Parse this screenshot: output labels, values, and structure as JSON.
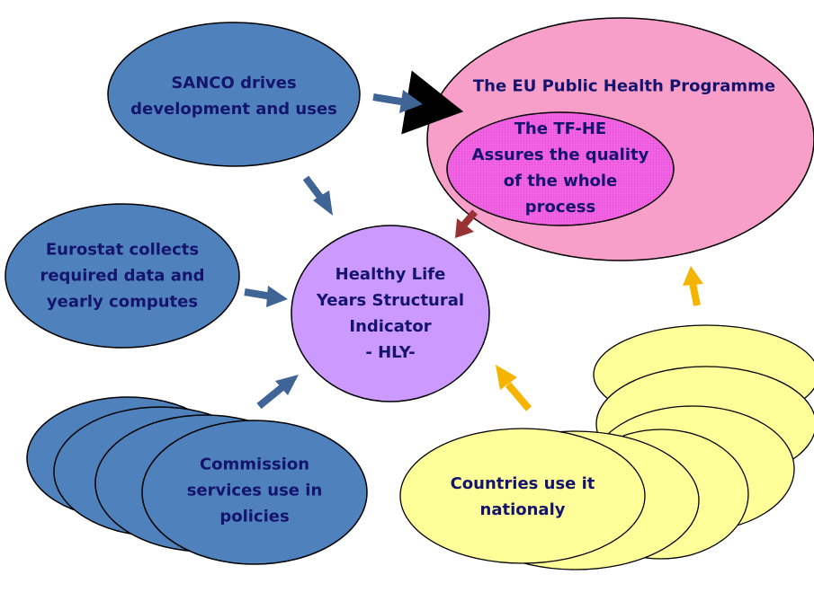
{
  "nodes": {
    "sanco": {
      "line1": "SANCO drives",
      "line2": "development and uses"
    },
    "eurostat": {
      "line1": "Eurostat collects",
      "line2": "required data and",
      "line3": "yearly computes"
    },
    "hly": {
      "line1": "Healthy Life",
      "line2": "Years Structural",
      "line3": "Indicator",
      "line4": "- HLY-"
    },
    "commission": {
      "line1": "Commission",
      "line2": "services use in",
      "line3": "policies"
    },
    "countries": {
      "line1": "Countries use it",
      "line2": "nationaly"
    },
    "eu_programme": {
      "line1": "The EU Public Health Programme"
    },
    "tfhe": {
      "line1": "The TF-HE",
      "line2": "Assures the quality",
      "line3": "of the whole",
      "line4": "process"
    }
  },
  "colors": {
    "blue": "#4f81bd",
    "purple": "#cc99ff",
    "pink": "#f79fc8",
    "magenta": "#f060e0",
    "yellow": "#ffff99",
    "text": "#14146e",
    "arrow_blue": "#3f6496",
    "arrow_red": "#993333",
    "arrow_yellow": "#f5b400"
  }
}
